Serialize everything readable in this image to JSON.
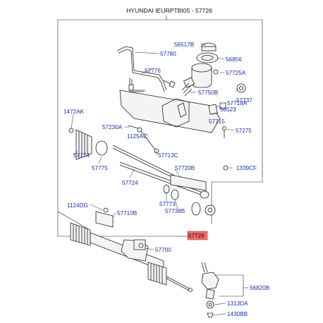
{
  "diagram": {
    "header": "HYUNDAI IEURPTBI05 - 57726",
    "highlight_color": "#f26b6b",
    "label_color": "#1a2fa8",
    "labels": {
      "p56517B": "56517B",
      "p56856": "56856",
      "p57780": "57780",
      "p57776": "57776",
      "p57725A": "57725A",
      "p57750B": "57750B",
      "p57737": "57737",
      "p56523": "56523",
      "p57718A": "57718A",
      "p57715": "57715",
      "p57275": "57275",
      "p1472AK": "1472AK",
      "p57230A": "57230A",
      "p1125AC": "1125AC",
      "p57774": "57774",
      "p57713C": "57713C",
      "p57775": "57775",
      "p57720B": "57720B",
      "p1339CF": "1339CF",
      "p57724": "57724",
      "p57773": "57773",
      "p57738B": "57738B",
      "p1124DG": "1124DG",
      "p57710B": "57710B",
      "p57726": "57726",
      "p57700": "57700",
      "p56820B": "56820B",
      "p1313DA": "1313DA",
      "p1430BB": "1430BB"
    }
  }
}
